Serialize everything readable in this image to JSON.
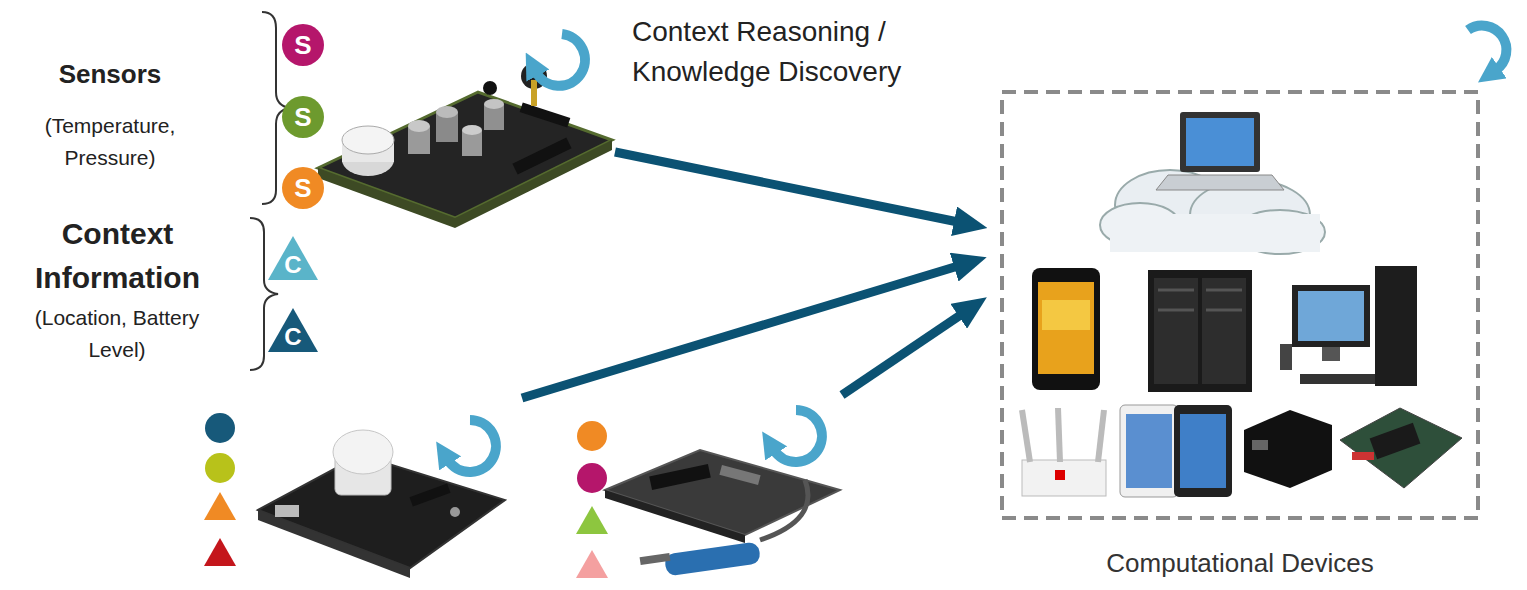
{
  "diagram": {
    "nodes": [
      {
        "text": [
          "S"
        ]
      },
      {
        "text": [
          "S"
        ]
      },
      {
        "text": [
          "S"
        ]
      },
      {
        "text": [
          "C"
        ]
      },
      {
        "text": [
          "C"
        ]
      },
      {
        "text": [
          "Computational Devices"
        ]
      }
    ],
    "labels": [
      "Sensors",
      "(Temperature, Pressure)",
      "Context Information",
      "(Location, Battery Level)",
      "Context Reasoning / Knowledge Discovery"
    ]
  }
}
